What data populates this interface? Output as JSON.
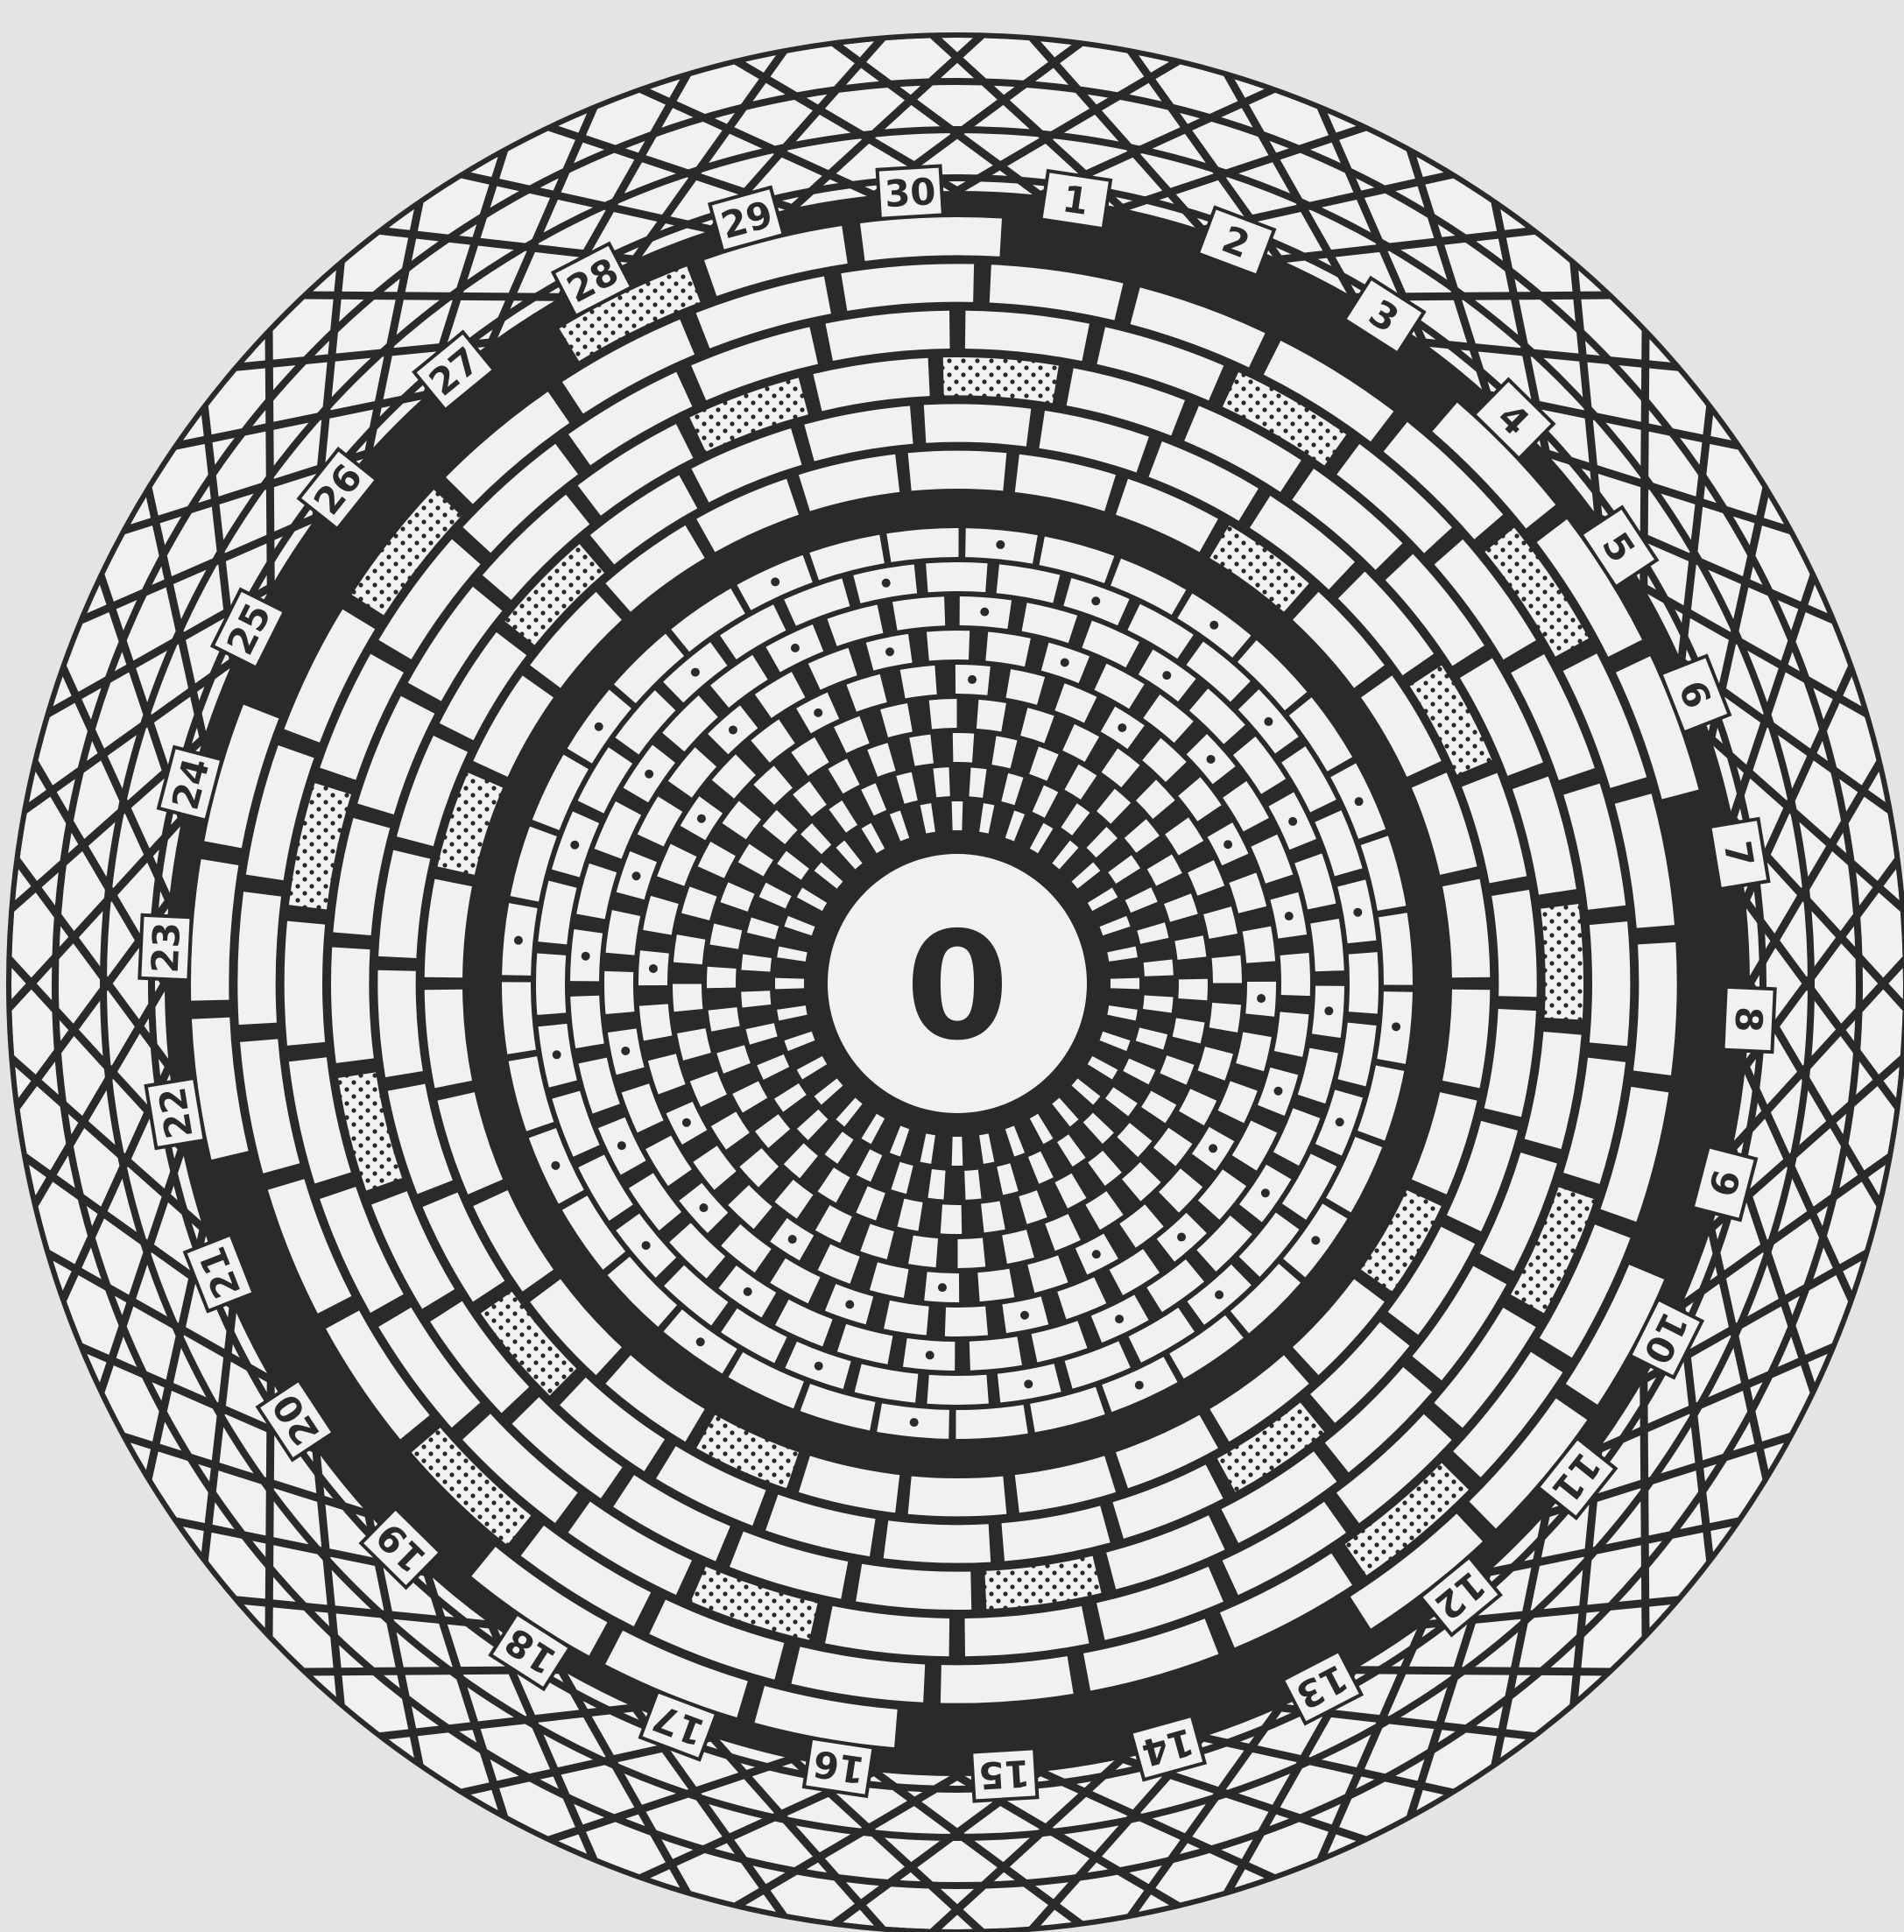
{
  "puzzle": {
    "center_label": "0",
    "numbers": [
      "1",
      "2",
      "3",
      "4",
      "5",
      "6",
      "7",
      "8",
      "9",
      "10",
      "11",
      "12",
      "13",
      "14",
      "15",
      "16",
      "17",
      "18",
      "19",
      "20",
      "21",
      "22",
      "23",
      "24",
      "25",
      "26",
      "27",
      "28",
      "29",
      "30"
    ]
  },
  "colors": {
    "paper": "#e4e4e2",
    "ink": "#2a2a2a",
    "cell": "#f1f1ef"
  }
}
